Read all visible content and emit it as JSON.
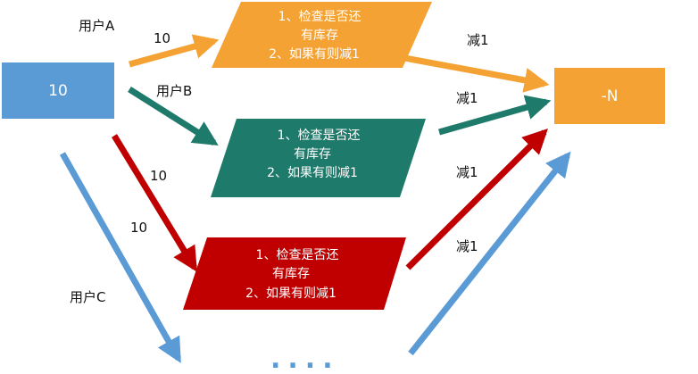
{
  "source_box": {
    "value": "10",
    "color": "#5b9bd5"
  },
  "target_box": {
    "value": "-N",
    "color": "#f4a234"
  },
  "parallelograms": [
    {
      "id": "a",
      "color": "#f4a234",
      "lines": [
        "1、检查是否还",
        "有库存",
        "2、如果有则减1"
      ]
    },
    {
      "id": "b",
      "color": "#1e7a6a",
      "lines": [
        "1、检查是否还",
        "有库存",
        "2、如果有则减1"
      ]
    },
    {
      "id": "c",
      "color": "#c00000",
      "lines": [
        "1、检查是否还",
        "有库存",
        "2、如果有则减1"
      ]
    }
  ],
  "labels": {
    "user_a": "用户A",
    "user_b": "用户B",
    "user_c": "用户C",
    "in_a": "10",
    "in_c1": "10",
    "in_c2": "10",
    "dec_a": "减1",
    "dec_b": "减1",
    "dec_c": "减1",
    "dec_d": "减1"
  },
  "ellipsis": "....",
  "arrow_colors": {
    "orange": "#f4a234",
    "teal": "#1e7a6a",
    "red": "#c00000",
    "blue": "#5b9bd5"
  }
}
